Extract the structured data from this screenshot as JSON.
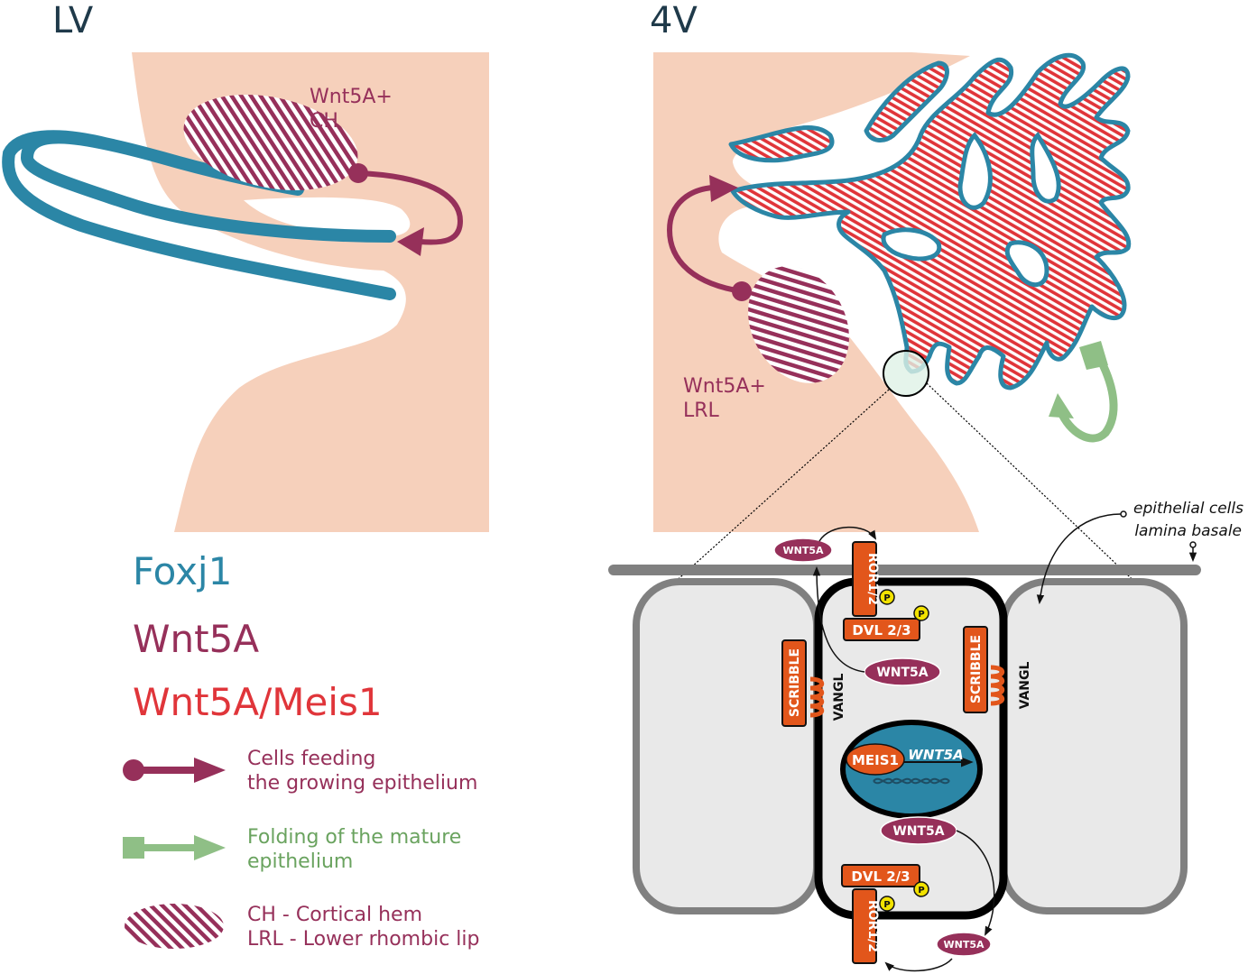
{
  "colors": {
    "tissue": "#f6d0bb",
    "foxj1": "#2b86a6",
    "wnt5a": "#96305a",
    "wnt5a_meis1": "#e0353a",
    "folding": "#8fbf86",
    "protein_orange": "#e2561b",
    "phospho_yellow": "#f2e200",
    "nucleus": "#2b86a6",
    "cell_fill": "#e9e9e9",
    "cell_border": "#7f7f7f"
  },
  "panels": {
    "lv": {
      "label": "LV",
      "region_label_1": "Wnt5A+",
      "region_label_2": "CH"
    },
    "v4": {
      "label": "4V",
      "region_label_1": "Wnt5A+",
      "region_label_2": "LRL"
    }
  },
  "legend": {
    "foxj1": "Foxj1",
    "wnt5a": "Wnt5A",
    "wnt5a_meis1": "Wnt5A/Meis1",
    "feeding_line1": "Cells feeding",
    "feeding_line2": "the growing epithelium",
    "folding_line1": "Folding of the mature",
    "folding_line2": "epithelium",
    "hatch_line1": "CH - Cortical hem",
    "hatch_line2": "LRL - Lower rhombic lip"
  },
  "cell_diagram": {
    "annotation_epithelial": "epithelial cells",
    "annotation_lamina": "lamina basale",
    "wnt5a": "WNT5A",
    "ror": "ROR1/2",
    "dvl": "DVL 2/3",
    "phospho": "P",
    "scribble": "SCRIBBLE",
    "vangl": "VANGL",
    "meis1": "MEIS1",
    "gene": "WNT5A"
  }
}
